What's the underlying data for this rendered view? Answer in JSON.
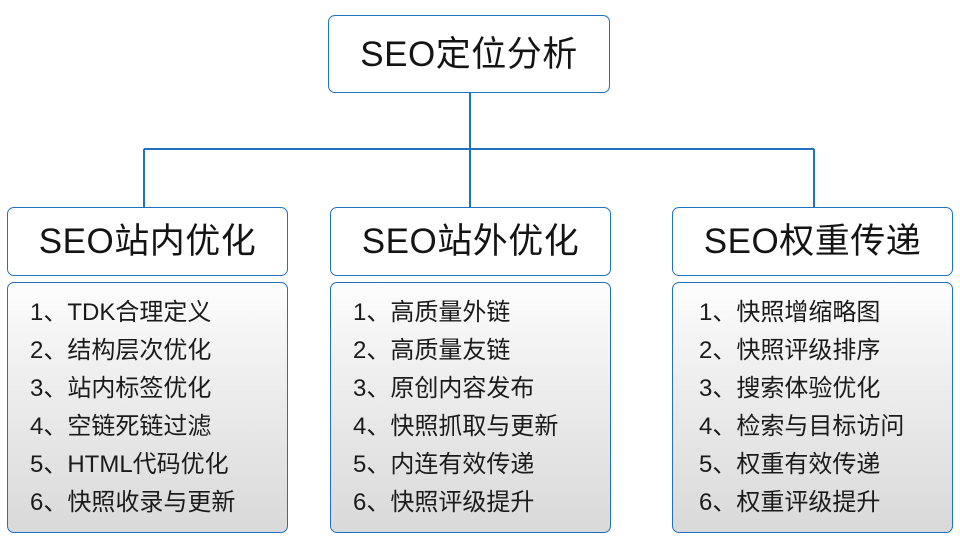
{
  "diagram": {
    "type": "org-tree",
    "root": {
      "label": "SEO定位分析"
    },
    "colors": {
      "border": "#1f72bf",
      "connector": "#1f72bf",
      "head_fill": "#ffffff",
      "body_fill_top": "#fdfdfd",
      "body_fill_bottom": "#d9d9d9",
      "text": "#141414"
    },
    "branches": [
      {
        "title": "SEO站内优化",
        "items": [
          "1、TDK合理定义",
          "2、结构层次优化",
          "3、站内标签优化",
          "4、空链死链过滤",
          "5、HTML代码优化",
          "6、快照收录与更新"
        ]
      },
      {
        "title": "SEO站外优化",
        "items": [
          "1、高质量外链",
          "2、高质量友链",
          "3、原创内容发布",
          "4、快照抓取与更新",
          "5、内连有效传递",
          "6、快照评级提升"
        ]
      },
      {
        "title": "SEO权重传递",
        "items": [
          "1、快照增缩略图",
          "2、快照评级排序",
          "3、搜索体验优化",
          "4、检索与目标访问",
          "5、权重有效传递",
          "6、权重评级提升"
        ]
      }
    ]
  }
}
